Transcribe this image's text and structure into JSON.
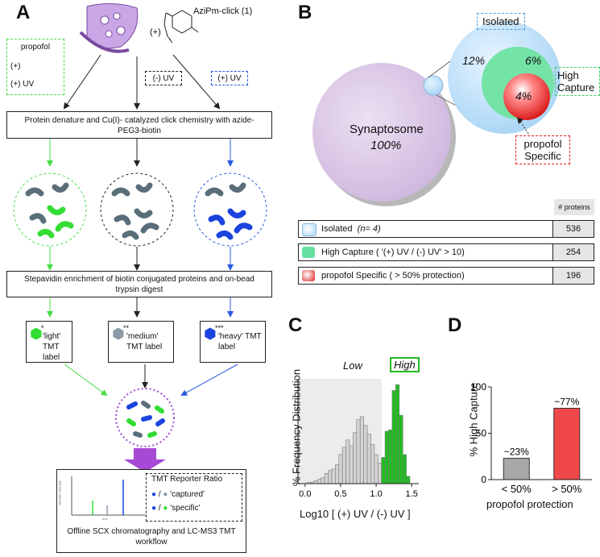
{
  "panels": {
    "a": "A",
    "b": "B",
    "c": "C",
    "d": "D"
  },
  "panel_a": {
    "probe_label": "AziPm-click (1)",
    "plus_probe": "(+)",
    "propofol_box": {
      "name": "propofol",
      "plus1": "(+)",
      "plus_uv": "(+) UV"
    },
    "minus_uv": "(-) UV",
    "plus_uv": "(+) UV",
    "step1": "Protein denature and Cu(I)- catalyzed click chemistry with azide-PEG3-biotin",
    "step2": "Stepavidin enrichment of biotin conjugated proteins and on-bead trypsin digest",
    "labels": [
      {
        "stars": "*",
        "text": "'light' TMT label",
        "color": "#33dd33"
      },
      {
        "stars": "**",
        "text": "'medium' TMT label",
        "color": "#8a9aa8"
      },
      {
        "stars": "***",
        "text": "'heavy' TMT label",
        "color": "#1a44dd"
      }
    ],
    "ratio_box": {
      "title": "TMT Reporter Ratio",
      "captured": "'captured'",
      "specific": "'specific'"
    },
    "spectrum_ylabel": "Relative intensity",
    "spectrum_xlabel": "m/z",
    "final_step": "Offline SCX chromatography and LC-MS3 TMT workflow"
  },
  "panel_b": {
    "synaptosome_label": "Synaptosome",
    "synaptosome_pct": "100%",
    "isolated_label": "Isolated",
    "isolated_pct": "12%",
    "high_capture_label": "High Capture",
    "high_capture_pct": "6%",
    "specific_pct": "4%",
    "specific_label": "propofol Specific",
    "table_header": "# proteins",
    "rows": [
      {
        "label": "Isolated",
        "note": "(n= 4)",
        "count": "536",
        "color": "#a8d8f8"
      },
      {
        "label": "High Capture ( '(+) UV / (-) UV' > 10)",
        "note": "",
        "count": "254",
        "color": "#66e0a0"
      },
      {
        "label": "propofol Specific ( > 50% protection)",
        "note": "",
        "count": "196",
        "color": "#e02020"
      }
    ]
  },
  "chart_data": [
    {
      "type": "bar",
      "panel": "C",
      "ylabel": "% Frequency Distribution",
      "xlabel": "Log10 [ (+) UV / (-) UV ]",
      "region_labels": [
        "Low",
        "High"
      ],
      "x_ticks": [
        "0.0",
        "0.5",
        "1.0",
        "1.5"
      ],
      "xlim": [
        -0.1,
        1.6
      ],
      "bin_width": 0.05,
      "series": [
        {
          "name": "Low",
          "color": "#d4d4d4",
          "x": [
            0.05,
            0.1,
            0.15,
            0.2,
            0.25,
            0.3,
            0.35,
            0.4,
            0.45,
            0.5,
            0.55,
            0.6,
            0.65,
            0.7,
            0.75,
            0.8,
            0.85,
            0.9,
            0.95,
            1.0,
            1.05
          ],
          "values": [
            1,
            1,
            2,
            3,
            4,
            7,
            9,
            10,
            13,
            20,
            25,
            30,
            26,
            35,
            44,
            46,
            40,
            34,
            27,
            20,
            14
          ]
        },
        {
          "name": "High",
          "color": "#22bb22",
          "x": [
            1.1,
            1.15,
            1.2,
            1.25,
            1.3,
            1.35,
            1.4,
            1.45
          ],
          "values": [
            18,
            36,
            37,
            64,
            68,
            47,
            20,
            5
          ]
        }
      ]
    },
    {
      "type": "bar",
      "panel": "D",
      "ylabel": "% High Capture",
      "xlabel": "propofol protection",
      "categories": [
        "< 50%",
        "> 50%"
      ],
      "values": [
        23,
        77
      ],
      "value_labels": [
        "~23%",
        "~77%"
      ],
      "colors": [
        "#a8a8a8",
        "#f04848"
      ],
      "ylim": [
        0,
        100
      ],
      "y_ticks": [
        "0",
        "50",
        "100"
      ]
    }
  ]
}
